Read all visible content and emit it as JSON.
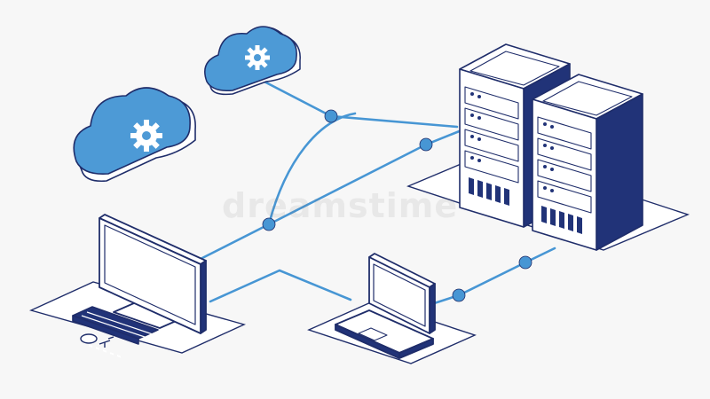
{
  "image": {
    "watermark_text": "dreamstime",
    "colors": {
      "outline": "#1f2d6a",
      "navy_fill": "#213378",
      "accent_blue": "#4d9ad6",
      "cable_blue": "#4796d4",
      "platform_fill": "#ffffff",
      "background": "#f7f7f7"
    },
    "nodes": [
      {
        "name": "cloud-small",
        "icon": "cloud-gear-icon"
      },
      {
        "name": "cloud-large",
        "icon": "cloud-gear-icon"
      },
      {
        "name": "server-rack-left",
        "icon": "server-rack-icon"
      },
      {
        "name": "server-rack-right",
        "icon": "server-rack-icon"
      },
      {
        "name": "desktop-monitor",
        "icon": "monitor-icon"
      },
      {
        "name": "keyboard",
        "icon": "keyboard-icon"
      },
      {
        "name": "laptop",
        "icon": "laptop-icon"
      }
    ],
    "connections": [
      {
        "from": "cloud-small",
        "to": "server-rack-left"
      },
      {
        "from": "desktop-monitor",
        "to": "server-rack-left"
      },
      {
        "from": "desktop-monitor",
        "to": "cloud-small"
      },
      {
        "from": "desktop-monitor",
        "to": "laptop"
      },
      {
        "from": "laptop",
        "to": "server-rack-right"
      }
    ]
  }
}
